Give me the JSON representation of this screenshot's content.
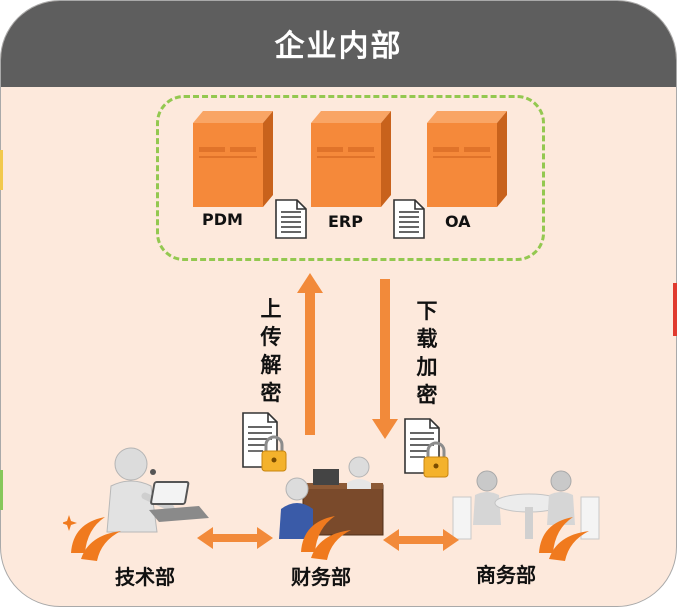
{
  "header": {
    "title": "企业内部"
  },
  "servers": [
    {
      "label": "PDM"
    },
    {
      "label": "ERP"
    },
    {
      "label": "OA"
    }
  ],
  "flows": {
    "upload": {
      "label": "上传解密"
    },
    "download": {
      "label": "下载加密"
    }
  },
  "departments": [
    {
      "label": "技术部"
    },
    {
      "label": "财务部"
    },
    {
      "label": "商务部"
    }
  ],
  "colors": {
    "header": "#5e5e5e",
    "background": "#fde9dc",
    "server": "#f5893a",
    "arrow": "#f28a3a",
    "cluster_border": "#93c850",
    "lock": "#f4b22c",
    "logo": "#f07a1e"
  }
}
